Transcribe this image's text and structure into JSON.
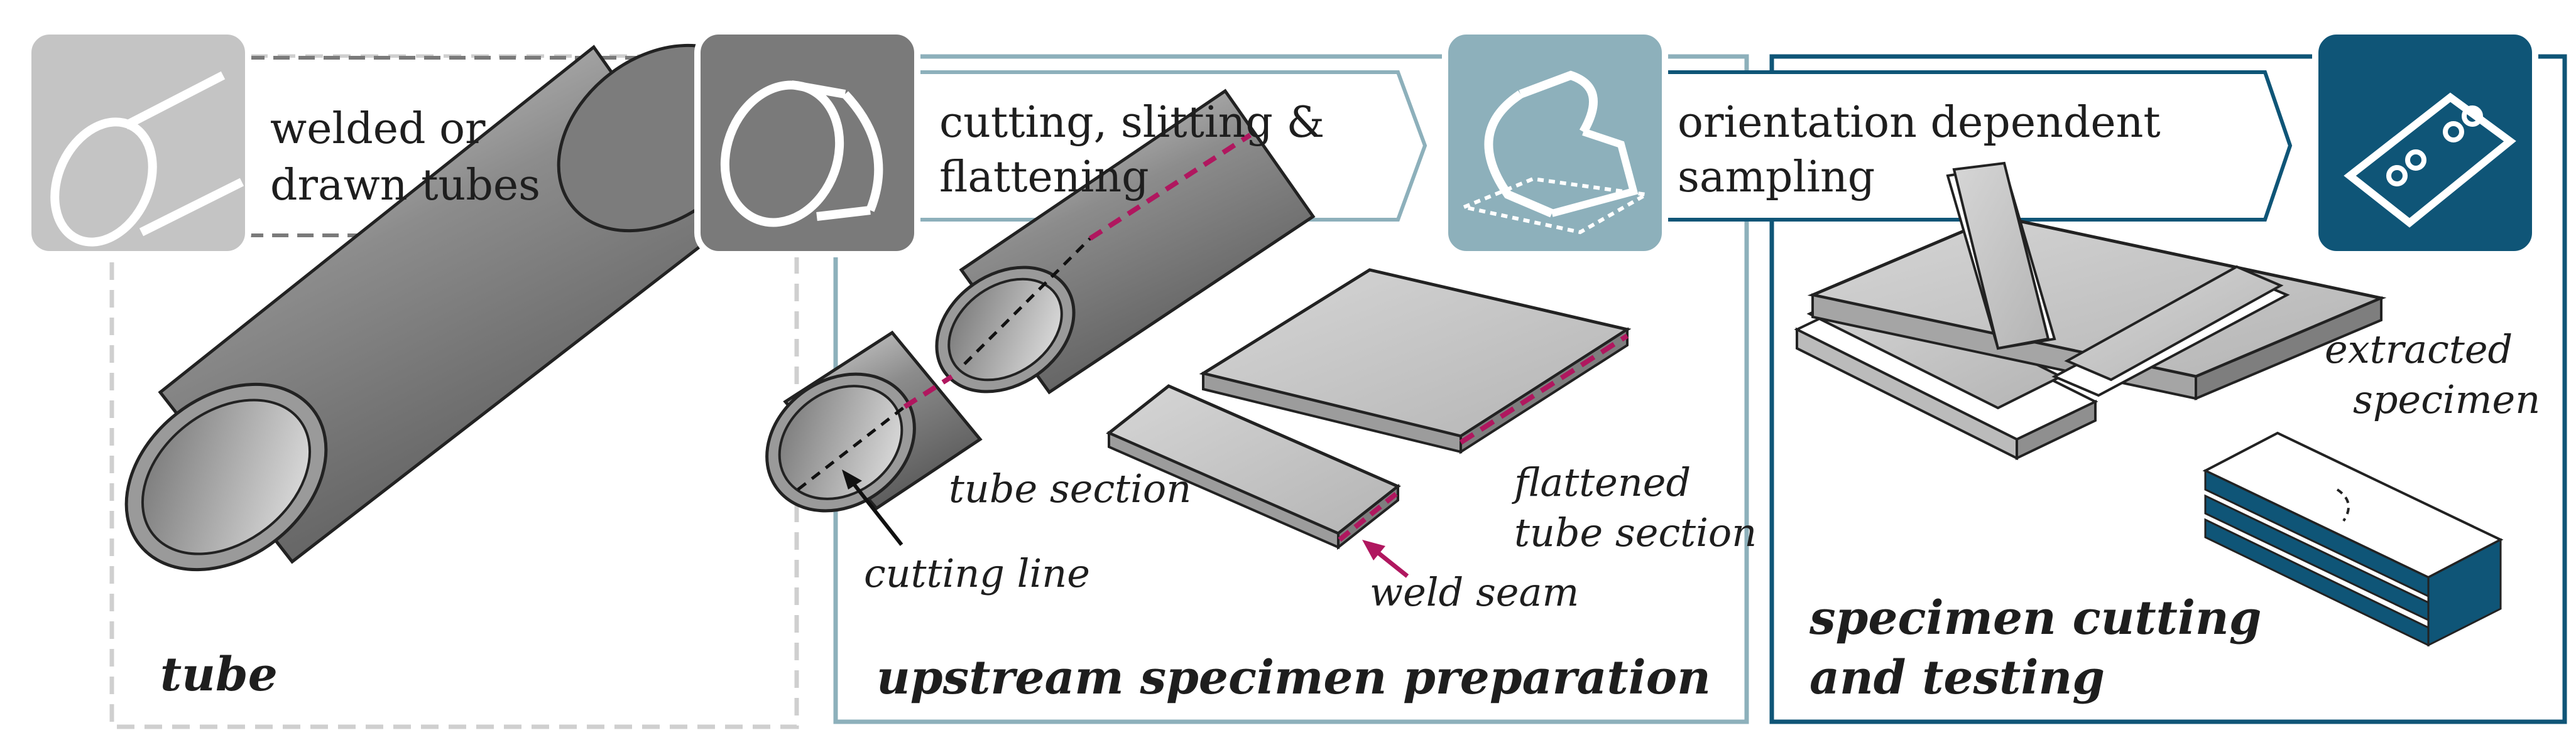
{
  "steps": [
    {
      "icon": "tube-icon",
      "line1": "welded or",
      "line2": "drawn tubes"
    },
    {
      "icon": "tube-section-icon",
      "line1": "cutting, slitting &",
      "line2": "flattening"
    },
    {
      "icon": "curved-sheet-icon",
      "line1": "orientation dependent",
      "line2": "sampling"
    },
    {
      "icon": "specimen-icon",
      "line1": "",
      "line2": ""
    }
  ],
  "sections": {
    "tube": "tube",
    "upstream": "upstream specimen preparation",
    "testing_line1": "specimen cutting",
    "testing_line2": "and testing"
  },
  "labels": {
    "tube_section": "tube section",
    "cutting_line": "cutting line",
    "weld_seam": "weld seam",
    "flattened_line1": "flattened",
    "flattened_line2": "tube section",
    "extracted_line1": "extracted",
    "extracted_line2": "specimen"
  },
  "colors": {
    "icon1": "#c4c4c4",
    "icon2": "#7a7a7a",
    "icon3": "#8db0bb",
    "icon4": "#0f5577",
    "frame_upstream": "#8db0bb",
    "frame_testing": "#0f5577",
    "weld": "#b0175f"
  }
}
